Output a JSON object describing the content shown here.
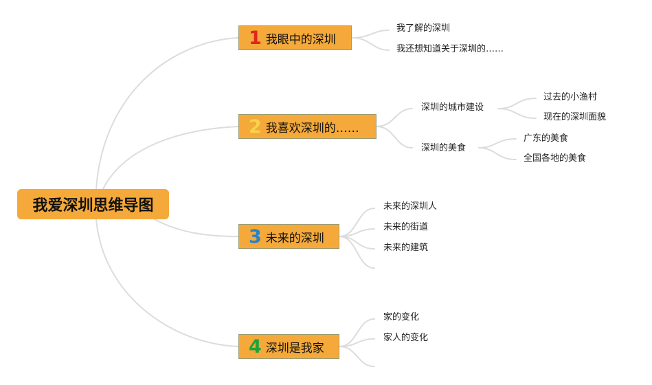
{
  "root": {
    "title": "我爱深圳思维导图"
  },
  "branches": [
    {
      "number": "1",
      "label": "我眼中的深圳",
      "color": "#e0261d"
    },
    {
      "number": "2",
      "label": "我喜欢深圳的……",
      "color": "#f6d34a"
    },
    {
      "number": "3",
      "label": "未来的深圳",
      "color": "#2a82c7"
    },
    {
      "number": "4",
      "label": "深圳是我家",
      "color": "#22a13a"
    }
  ],
  "b1": {
    "children": [
      "我了解的深圳",
      "我还想知道关于深圳的……"
    ]
  },
  "b2": {
    "children": [
      {
        "label": "深圳的城市建设",
        "children": [
          "过去的小渔村",
          "现在的深圳面貌"
        ]
      },
      {
        "label": "深圳的美食",
        "children": [
          "广东的美食",
          "全国各地的美食"
        ]
      }
    ]
  },
  "b3": {
    "children": [
      "未来的深圳人",
      "未来的街道",
      "未来的建筑"
    ]
  },
  "b4": {
    "children": [
      "家的变化",
      "家人的变化"
    ]
  }
}
